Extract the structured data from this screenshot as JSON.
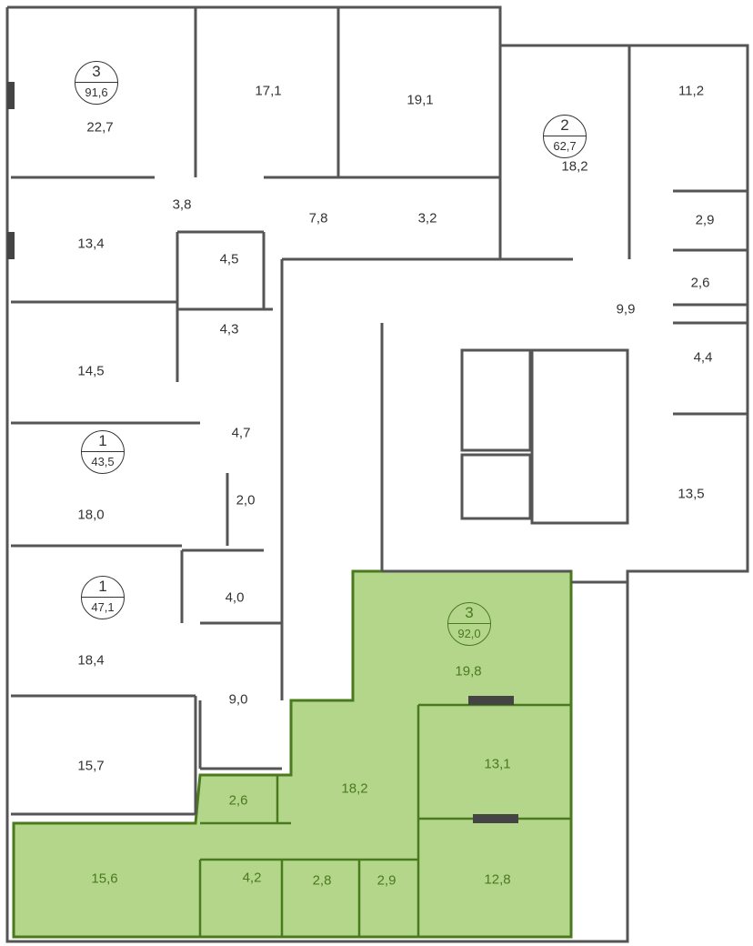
{
  "colors": {
    "highlight": "#b3d68a",
    "highlight_text": "#4a7a1e",
    "wall": "#555555"
  },
  "apartments": [
    {
      "rooms": "3",
      "area": "91,6"
    },
    {
      "rooms": "2",
      "area": "62,7"
    },
    {
      "rooms": "1",
      "area": "43,5"
    },
    {
      "rooms": "1",
      "area": "47,1"
    },
    {
      "rooms": "3",
      "area": "92,0",
      "highlighted": true
    }
  ],
  "rooms": [
    "22,7",
    "17,1",
    "19,1",
    "18,2",
    "11,2",
    "3,8",
    "7,8",
    "3,2",
    "2,9",
    "13,4",
    "4,5",
    "2,6",
    "9,9",
    "14,5",
    "4,3",
    "4,4",
    "4,7",
    "13,5",
    "18,0",
    "2,0",
    "4,0",
    "18,4",
    "9,0",
    "15,7"
  ],
  "highlighted_rooms": [
    "19,8",
    "18,2",
    "13,1",
    "2,6",
    "15,6",
    "12,8",
    "4,2",
    "2,8",
    "2,9"
  ]
}
